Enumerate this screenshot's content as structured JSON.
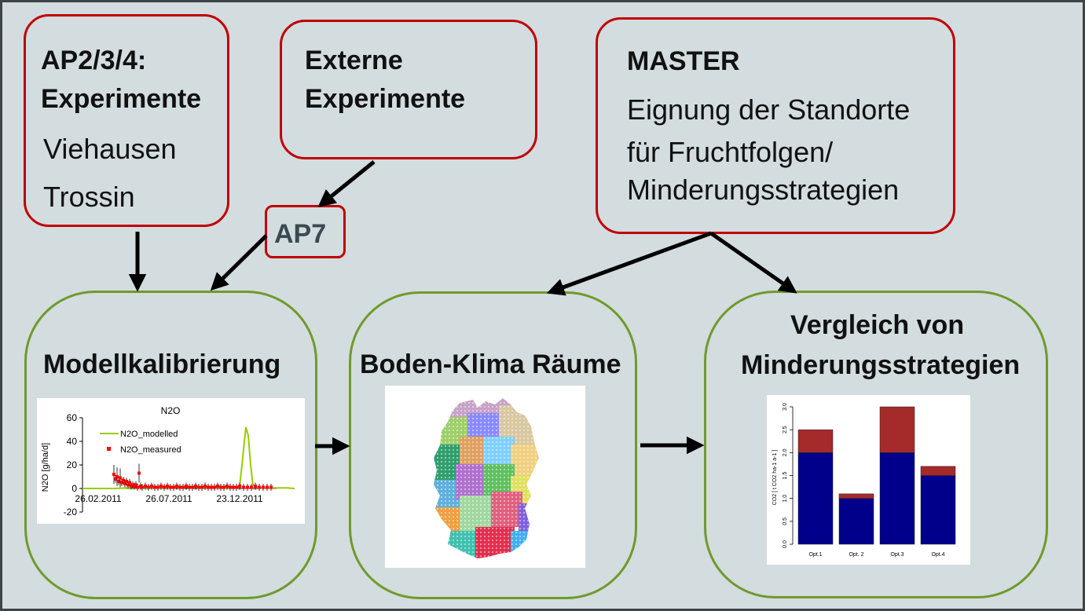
{
  "boxes": {
    "ap234": {
      "title_line1": "AP2/3/4:",
      "title_line2": "Experimente",
      "item1": "Viehausen",
      "item2": "Trossin"
    },
    "externe": {
      "line1": "Externe",
      "line2": "Experimente"
    },
    "master": {
      "title": "MASTER",
      "line1": "Eignung der Standorte",
      "line2": "für Fruchtfolgen/",
      "line3": "Minderungsstrategien"
    },
    "ap7": {
      "label": "AP7"
    },
    "modell": {
      "title": "Modellkalibrierung"
    },
    "boden": {
      "title": "Boden-Klima Räume"
    },
    "vergleich": {
      "title_line1": "Vergleich von",
      "title_line2": "Minderungsstrategien"
    }
  },
  "colors": {
    "red_border": "#c00000",
    "green_border": "#6f9a2b",
    "background": "#d3dcdf",
    "ap7_text": "#3b4a52"
  },
  "chart_data": [
    {
      "type": "line",
      "title": "N2O",
      "ylabel": "N2O [g/ha/d]",
      "xlabel": "",
      "x_tick_labels": [
        "26.02.2011",
        "26.07.2011",
        "23.12.2011"
      ],
      "y_tick_labels": [
        "60",
        "40",
        "20",
        "0",
        "-20"
      ],
      "ylim": [
        -20,
        60
      ],
      "legend": [
        "N2O_modelled",
        "N2O_measured"
      ],
      "series": [
        {
          "name": "N2O_modelled",
          "color": "#99cc00",
          "points": [
            [
              0,
              0
            ],
            [
              40,
              0
            ],
            [
              60,
              0.5
            ],
            [
              100,
              0.5
            ],
            [
              140,
              1
            ],
            [
              160,
              0.5
            ],
            [
              190,
              0.5
            ],
            [
              200,
              2
            ],
            [
              203,
              20
            ],
            [
              206,
              40
            ],
            [
              208,
              52
            ],
            [
              211,
              45
            ],
            [
              214,
              20
            ],
            [
              217,
              3
            ],
            [
              225,
              0.5
            ],
            [
              260,
              0.5
            ],
            [
              270,
              0
            ]
          ]
        },
        {
          "name": "N2O_measured",
          "color": "#ff0000",
          "points": [
            [
              40,
              12
            ],
            [
              42,
              8
            ],
            [
              44,
              10
            ],
            [
              46,
              6
            ],
            [
              48,
              9
            ],
            [
              50,
              5
            ],
            [
              52,
              7
            ],
            [
              54,
              4
            ],
            [
              56,
              6
            ],
            [
              58,
              3
            ],
            [
              60,
              5
            ],
            [
              62,
              2
            ],
            [
              64,
              3
            ],
            [
              66,
              2
            ],
            [
              68,
              3
            ],
            [
              70,
              1
            ],
            [
              72,
              13
            ],
            [
              74,
              2
            ],
            [
              76,
              1
            ],
            [
              80,
              2
            ],
            [
              84,
              1
            ],
            [
              88,
              2
            ],
            [
              92,
              1
            ],
            [
              96,
              1
            ],
            [
              100,
              2
            ],
            [
              104,
              1
            ],
            [
              108,
              2
            ],
            [
              112,
              1
            ],
            [
              116,
              1
            ],
            [
              120,
              2
            ],
            [
              124,
              1
            ],
            [
              128,
              1
            ],
            [
              132,
              2
            ],
            [
              136,
              1
            ],
            [
              140,
              1
            ],
            [
              144,
              2
            ],
            [
              148,
              1
            ],
            [
              152,
              1
            ],
            [
              156,
              2
            ],
            [
              160,
              1
            ],
            [
              164,
              1
            ],
            [
              168,
              1
            ],
            [
              172,
              2
            ],
            [
              176,
              1
            ],
            [
              180,
              1
            ],
            [
              184,
              2
            ],
            [
              188,
              1
            ],
            [
              192,
              1
            ],
            [
              196,
              1
            ],
            [
              200,
              2
            ],
            [
              205,
              1
            ],
            [
              210,
              1
            ],
            [
              215,
              1
            ],
            [
              220,
              2
            ],
            [
              225,
              1
            ],
            [
              230,
              1
            ],
            [
              235,
              1
            ],
            [
              240,
              1
            ]
          ]
        }
      ]
    },
    {
      "type": "bar",
      "ylabel": "CO2 [ t CO2 ha-1 a-1 ]",
      "categories": [
        "Opt.1",
        "Opt. 2",
        "Opt.3",
        "Opt.4"
      ],
      "y_tick_labels": [
        "0.0",
        "0.5",
        "1.0",
        "1.5",
        "2.0",
        "2.5",
        "3.0"
      ],
      "ylim": [
        0,
        3.0
      ],
      "series": [
        {
          "color": "#00008b",
          "values": [
            2.0,
            1.0,
            2.0,
            1.5
          ]
        },
        {
          "color": "#a52a2a",
          "values": [
            0.5,
            0.1,
            1.0,
            0.2
          ]
        }
      ]
    }
  ]
}
